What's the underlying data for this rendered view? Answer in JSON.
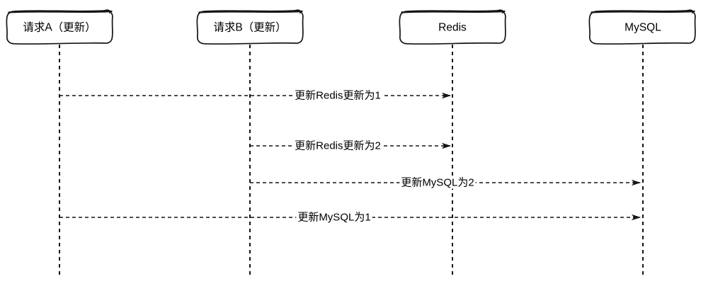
{
  "diagram": {
    "type": "sequence-diagram",
    "style": "hand-drawn-sketch",
    "colors": {
      "stroke": "#141414",
      "shape_fill": "#ffffff",
      "text": "#000000",
      "background": "#ffffff"
    },
    "participants": [
      {
        "id": "requestA",
        "label": "请求A（更新）"
      },
      {
        "id": "requestB",
        "label": "请求B（更新）"
      },
      {
        "id": "redis",
        "label": "Redis"
      },
      {
        "id": "mysql",
        "label": "MySQL"
      }
    ],
    "messages": [
      {
        "from": "requestA",
        "to": "redis",
        "label": "更新Redis更新为1",
        "line_style": "dashed"
      },
      {
        "from": "requestB",
        "to": "redis",
        "label": "更新Redis更新为2",
        "line_style": "dashed"
      },
      {
        "from": "requestB",
        "to": "mysql",
        "label": "更新MySQL为2",
        "line_style": "dashed"
      },
      {
        "from": "requestA",
        "to": "mysql",
        "label": "更新MySQL为1",
        "line_style": "dashed"
      }
    ]
  }
}
